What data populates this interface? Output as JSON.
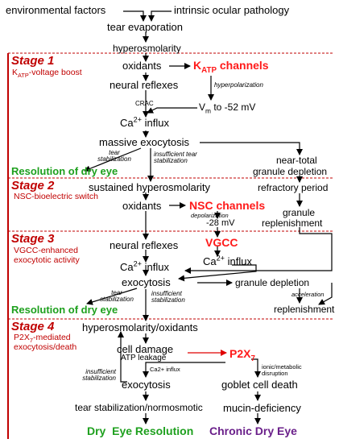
{
  "top": {
    "environmental": "environmental factors",
    "intrinsic": "intrinsic ocular pathology",
    "evaporation": "tear evaporation",
    "hyperosmolarity": "hyperosmolarity"
  },
  "stage1": {
    "title": "Stage 1",
    "subtitle_pre": "K",
    "subtitle_sub": "ATP",
    "subtitle_post": "-voltage boost",
    "oxidants": "oxidants",
    "katp_pre": "K",
    "katp_sub": "ATP",
    "katp_post": " channels",
    "hyperpolarization": "hyperpolarization",
    "neural_reflexes": "neural reflexes",
    "crac": "CRAC",
    "vm_pre": "V",
    "vm_sub": "m",
    "vm_post": " to -52 mV",
    "ca_pre": "Ca",
    "ca_sup": "2+",
    "ca_post": " influx",
    "massive": "massive exocytosis",
    "tear_stab": "tear stabilization",
    "insuff": "insufficient tear stabilization",
    "near_total": "near-total",
    "granule_depletion": "granule depletion",
    "resolution": "Resolution of dry eye"
  },
  "stage2": {
    "title": "Stage 2",
    "subtitle": "NSC-bioelectric switch",
    "sustained": "sustained hyperosmolarity",
    "refractory": "refractory period",
    "oxidants": "oxidants",
    "nsc": "NSC channels",
    "depolarization": "depolarization",
    "mv": "-28 mV",
    "granule": "granule",
    "replenishment": "replenishment"
  },
  "stage3": {
    "title": "Stage 3",
    "subtitle1": "VGCC-enhanced",
    "subtitle2": "exocytotic activity",
    "neural_reflexes": "neural reflexes",
    "vgcc": "VGCC",
    "ca_pre": "Ca",
    "ca_sup": "2+",
    "ca_post": " influx",
    "exocytosis": "exocytosis",
    "granule_depletion": "granule depletion",
    "acceleration": "acceleration",
    "replenishment": "replenishment",
    "tear_stab": "tear stabilization",
    "insuff": "insufficient stabilization",
    "resolution": "Resolution of dry eye"
  },
  "stage4": {
    "title": "Stage 4",
    "subtitle_pre": "P2X",
    "subtitle_sub": "7",
    "subtitle_post": "-mediated",
    "subtitle2": "exocytosis/death",
    "hyper_ox": "hyperosmolarity/oxidants",
    "cell_damage": "cell damage",
    "atp_leakage": "ATP leakage",
    "p2x_pre": "P2X",
    "p2x_sub": "7",
    "ca_influx_small": "Ca2+ influx",
    "ionic": "ionic/metabolic disruption",
    "insuff": "insufficient stabilization",
    "exocytosis": "exocytosis",
    "goblet": "goblet cell death",
    "tear_norm": "tear stabilization/normosmotic",
    "mucin": "mucin-deficiency",
    "dry_eye_resolution": "Dry  Eye Resolution",
    "chronic": "Chronic Dry Eye"
  },
  "colors": {
    "stage_red": "#c00000",
    "channel_red": "#ff1a1a",
    "green": "#1ea01e",
    "purple": "#6a1f8a"
  }
}
